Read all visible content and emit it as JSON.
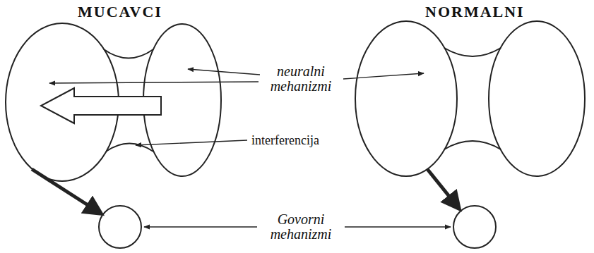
{
  "diagram": {
    "labels": [
      "MUCAVCI",
      "NORMALNI",
      "neuralni mehanizmi",
      "interferencija",
      "Govorni mehanizmi"
    ]
  }
}
